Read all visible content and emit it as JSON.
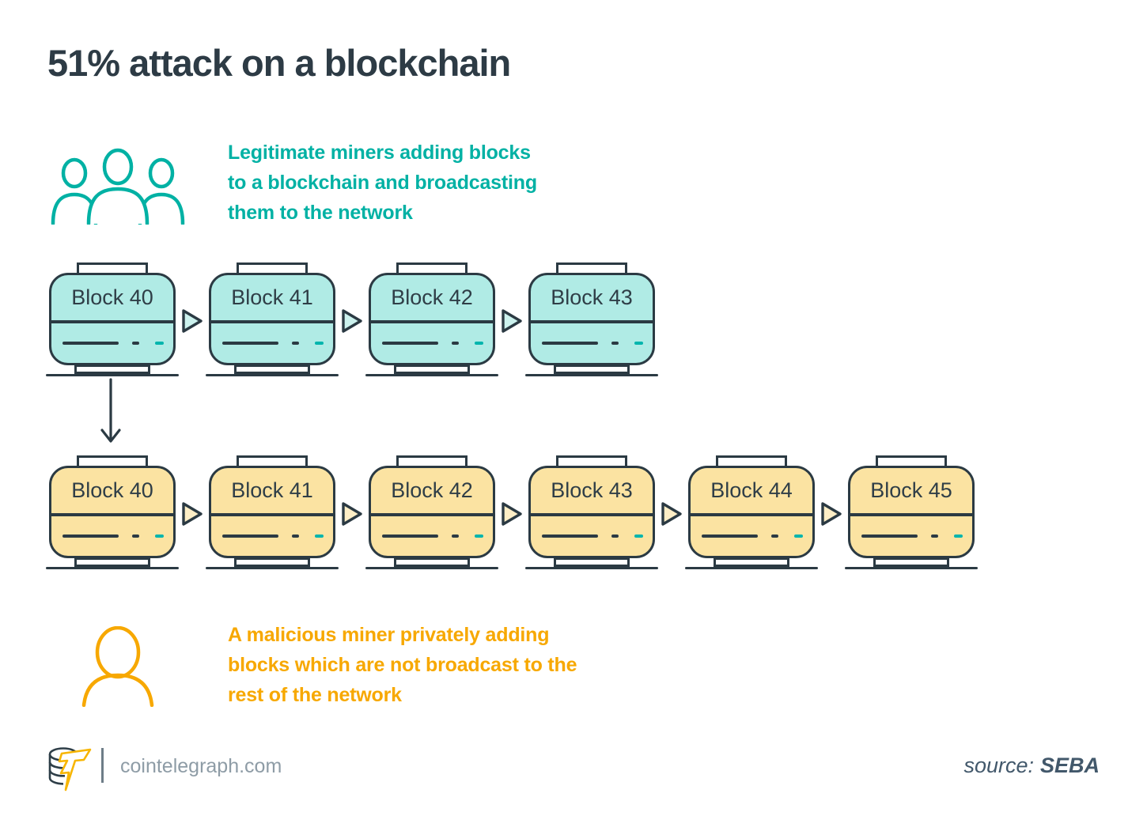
{
  "title": "51% attack on a blockchain",
  "legend_legitimate": {
    "icon": "miners-group-icon",
    "text": "Legitimate miners adding blocks\nto a blockchain and broadcasting\nthem to the network"
  },
  "legend_malicious": {
    "icon": "single-miner-icon",
    "text": "A malicious miner privately adding\nblocks which are not broadcast to the\nrest of the network"
  },
  "chains": {
    "legitimate": {
      "blocks": [
        "Block 40",
        "Block 41",
        "Block 42",
        "Block 43"
      ]
    },
    "malicious": {
      "blocks": [
        "Block 40",
        "Block 41",
        "Block 42",
        "Block 43",
        "Block 44",
        "Block 45"
      ]
    }
  },
  "footer": {
    "site": "cointelegraph.com",
    "source_label": "source:",
    "source_value": "SEBA"
  },
  "colors": {
    "dark": "#2b3a43",
    "teal": "#00b1a4",
    "teal_fill": "#b0ebe5",
    "teal_tri": "#ccf2ee",
    "amber": "#f7a800",
    "yellow_fill": "#fbe3a2",
    "yellow_tri": "#fdeec6",
    "accent_dash": "#00b5ad",
    "gray_text": "#8e9ca6",
    "source_text": "#42586b",
    "logo_bolt": "#f7b500"
  }
}
